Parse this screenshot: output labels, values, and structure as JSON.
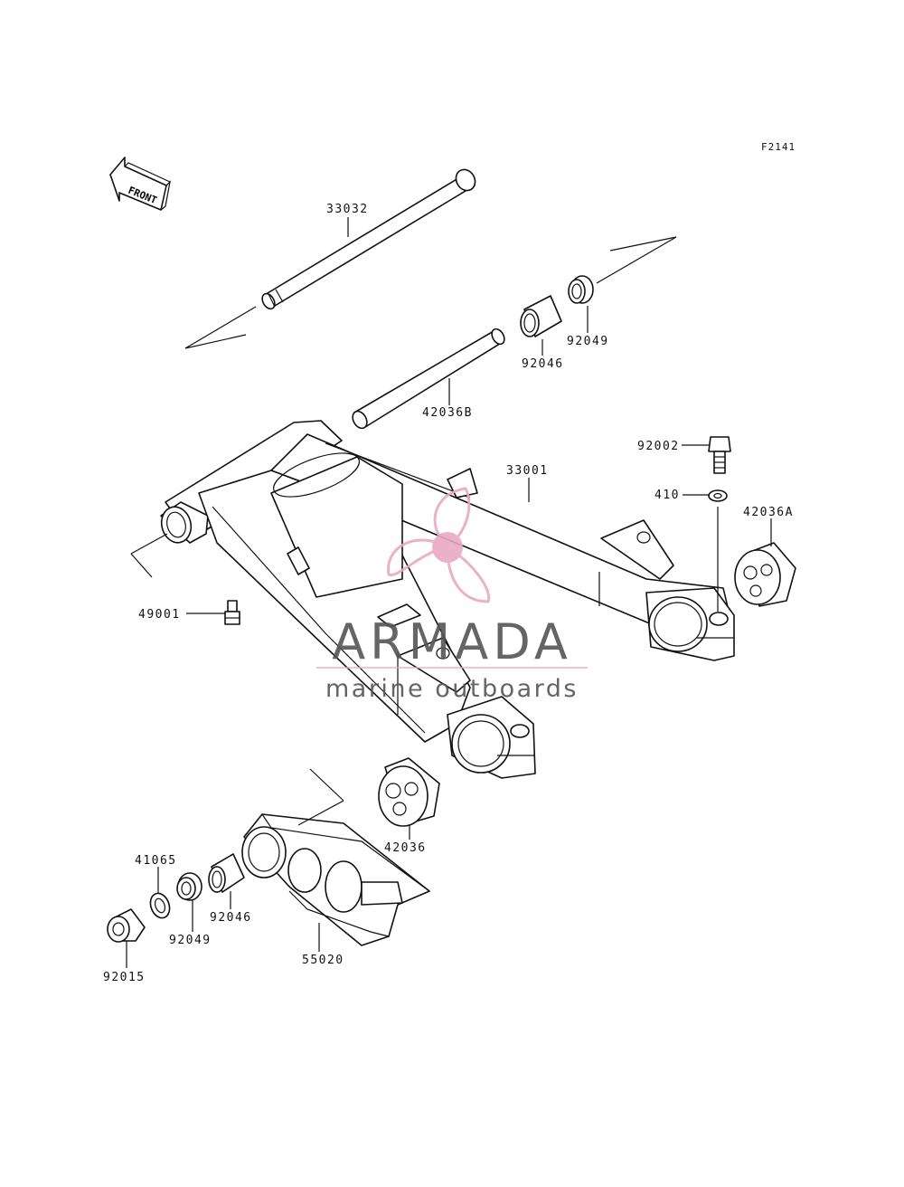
{
  "diagram": {
    "figure_code": "F2141",
    "front_marker": "FRONT",
    "parts": [
      {
        "id": "pivot-shaft",
        "number": "33032"
      },
      {
        "id": "collar-upper",
        "number": "42036B"
      },
      {
        "id": "needle-bearing-upper",
        "number": "92046"
      },
      {
        "id": "seal-upper",
        "number": "92049"
      },
      {
        "id": "swingarm",
        "number": "33001"
      },
      {
        "id": "bolt",
        "number": "92002"
      },
      {
        "id": "washer",
        "number": "410"
      },
      {
        "id": "bushing-right",
        "number": "42036A"
      },
      {
        "id": "grease-nipple",
        "number": "49001"
      },
      {
        "id": "bushing-lower",
        "number": "42036"
      },
      {
        "id": "washer-lower",
        "number": "41065"
      },
      {
        "id": "seal-lower",
        "number": "92049"
      },
      {
        "id": "needle-bearing-lower",
        "number": "92046"
      },
      {
        "id": "chain-guide",
        "number": "55020"
      },
      {
        "id": "collar-lower",
        "number": "92015"
      }
    ]
  },
  "watermark": {
    "brand": "ARMADA",
    "tagline": "marine outboards",
    "logo_color": "#e8a9c3",
    "text_color": "#555555"
  }
}
